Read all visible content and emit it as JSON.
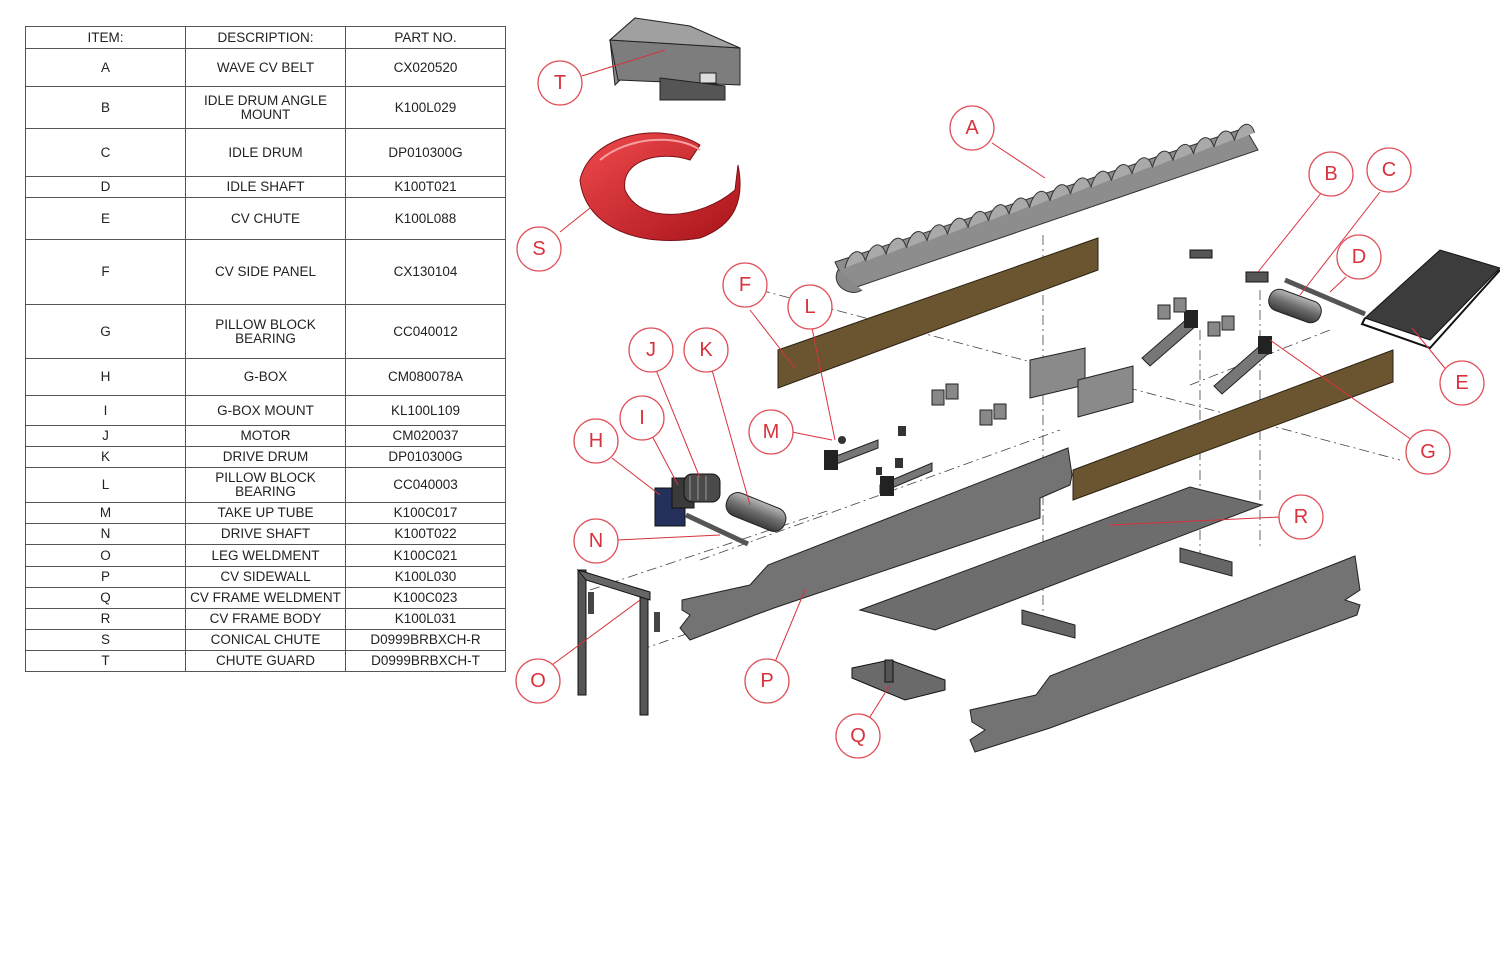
{
  "table": {
    "headers": [
      "ITEM:",
      "DESCRIPTION:",
      "PART NO."
    ],
    "rows": [
      {
        "item": "A",
        "desc": "WAVE CV BELT",
        "part": "CX020520"
      },
      {
        "item": "B",
        "desc": "IDLE DRUM ANGLE MOUNT",
        "part": "K100L029"
      },
      {
        "item": "C",
        "desc": "IDLE DRUM",
        "part": "DP010300G"
      },
      {
        "item": "D",
        "desc": "IDLE SHAFT",
        "part": "K100T021"
      },
      {
        "item": "E",
        "desc": "CV CHUTE",
        "part": "K100L088"
      },
      {
        "item": "F",
        "desc": "CV SIDE PANEL",
        "part": "CX130104"
      },
      {
        "item": "G",
        "desc": "PILLOW BLOCK BEARING",
        "part": "CC040012"
      },
      {
        "item": "H",
        "desc": "G-BOX",
        "part": "CM080078A"
      },
      {
        "item": "I",
        "desc": "G-BOX MOUNT",
        "part": "KL100L109"
      },
      {
        "item": "J",
        "desc": "MOTOR",
        "part": "CM020037"
      },
      {
        "item": "K",
        "desc": "DRIVE DRUM",
        "part": "DP010300G"
      },
      {
        "item": "L",
        "desc": "PILLOW BLOCK BEARING",
        "part": "CC040003"
      },
      {
        "item": "M",
        "desc": "TAKE UP TUBE",
        "part": "K100C017"
      },
      {
        "item": "N",
        "desc": "DRIVE SHAFT",
        "part": "K100T022"
      },
      {
        "item": "O",
        "desc": "LEG WELDMENT",
        "part": "K100C021"
      },
      {
        "item": "P",
        "desc": "CV SIDEWALL",
        "part": "K100L030"
      },
      {
        "item": "Q",
        "desc": "CV FRAME WELDMENT",
        "part": "K100C023"
      },
      {
        "item": "R",
        "desc": "CV FRAME BODY",
        "part": "K100L031"
      },
      {
        "item": "S",
        "desc": "CONICAL CHUTE",
        "part": "D0999BRBXCH-R"
      },
      {
        "item": "T",
        "desc": "CHUTE GUARD",
        "part": "D0999BRBXCH-T"
      }
    ]
  },
  "balloons": [
    "A",
    "B",
    "C",
    "D",
    "E",
    "F",
    "G",
    "H",
    "I",
    "J",
    "K",
    "L",
    "M",
    "N",
    "O",
    "P",
    "Q",
    "R",
    "S",
    "T"
  ],
  "colors": {
    "balloon_text": "#d8323c",
    "balloon_stroke": "#e0525a",
    "side_panel": "#6b5531",
    "metal": "#6a6a6a",
    "chute_red": "#d81e24"
  }
}
